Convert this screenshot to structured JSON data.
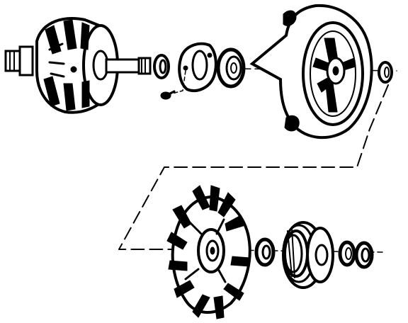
{
  "colors": {
    "ink": "#000000",
    "paper": "#ffffff"
  },
  "components": [
    {
      "id": "rotor",
      "icon": "rotor-icon"
    },
    {
      "id": "spacer",
      "icon": "spacer-ring-icon"
    },
    {
      "id": "bearing-retainer-plate",
      "icon": "retainer-plate-icon"
    },
    {
      "id": "retainer-screw",
      "icon": "screw-icon"
    },
    {
      "id": "front-bearing",
      "icon": "ball-bearing-icon"
    },
    {
      "id": "drive-end-frame",
      "icon": "end-frame-icon"
    },
    {
      "id": "collar",
      "icon": "collar-icon"
    },
    {
      "id": "cooling-fan",
      "icon": "fan-icon"
    },
    {
      "id": "spacer-sleeve",
      "icon": "sleeve-icon"
    },
    {
      "id": "pulley",
      "icon": "pulley-icon"
    },
    {
      "id": "lock-washer",
      "icon": "washer-icon"
    },
    {
      "id": "nut",
      "icon": "nut-icon"
    }
  ]
}
